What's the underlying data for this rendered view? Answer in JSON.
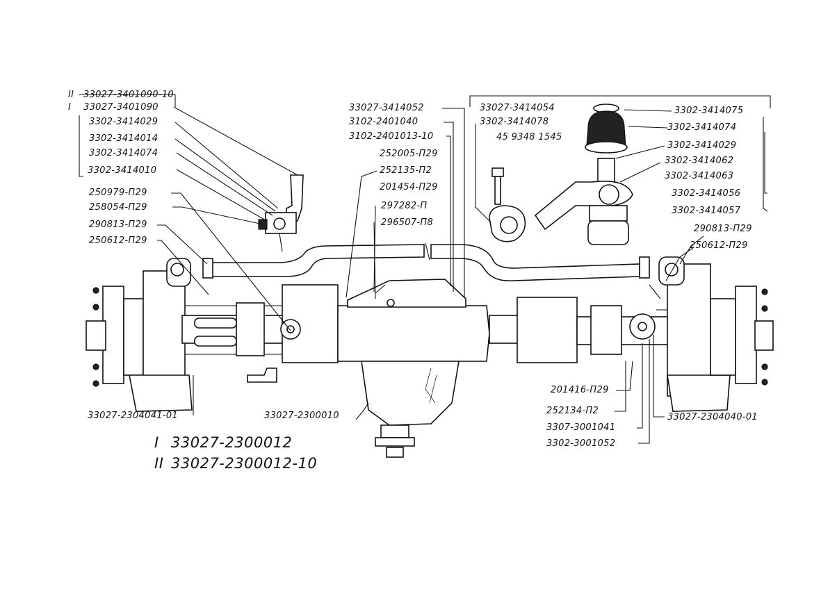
{
  "callouts": {
    "top_left": [
      "33027-3401090-10",
      "33027-3401090",
      "3302-3414029",
      "3302-3414014",
      "3302-3414074",
      "3302-3414010"
    ],
    "left_middle": [
      "250979-П29",
      "258054-П29",
      "290813-П29",
      "250612-П29"
    ],
    "center_top": [
      "33027-3414052",
      "3102-2401040",
      "3102-2401013-10",
      "252005-П29",
      "252135-П2",
      "201454-П29",
      "297282-П",
      "296507-П8"
    ],
    "right_top_col1": [
      "33027-3414054",
      "3302-3414078",
      "45 9348 1545"
    ],
    "right_top_col2": [
      "3302-3414075",
      "3302-3414074",
      "3302-3414029",
      "3302-3414062",
      "3302-3414063",
      "3302-3414056",
      "3302-3414057"
    ],
    "right_middle": [
      "290813-П29",
      "250612-П29"
    ],
    "bottom_right": [
      "201416-П29",
      "252134-П2",
      "3307-3001041",
      "3302-3001052",
      "33027-2304040-01"
    ],
    "bottom_left": [
      "33027-2304041-01",
      "33027-2300010"
    ]
  },
  "assemblies": [
    {
      "marker": "I",
      "number": "33027-2300012"
    },
    {
      "marker": "II",
      "number": "33027-2300012-10"
    }
  ],
  "top_left_markers": [
    "II",
    "I"
  ]
}
